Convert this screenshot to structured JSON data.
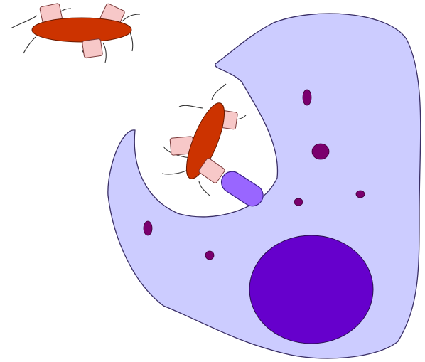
{
  "colors": {
    "background": "#ffffff",
    "cell_fill": "#ccccff",
    "cell_outline": "#3a2f66",
    "nucleus": "#6600cc",
    "vesicle": "#7a006e",
    "bacterium_body": "#cc3300",
    "bacterium_antigen": "#f7c8c8",
    "receptor": "#9966ff",
    "flagella": "#333333"
  },
  "icons": {
    "cell": "phagocyte-cell",
    "nucleus": "cell-nucleus",
    "vesicles": "cytoplasmic-vesicles",
    "bacteria": "bacterium-with-surface-antigens",
    "receptor": "cell-surface-receptor"
  }
}
